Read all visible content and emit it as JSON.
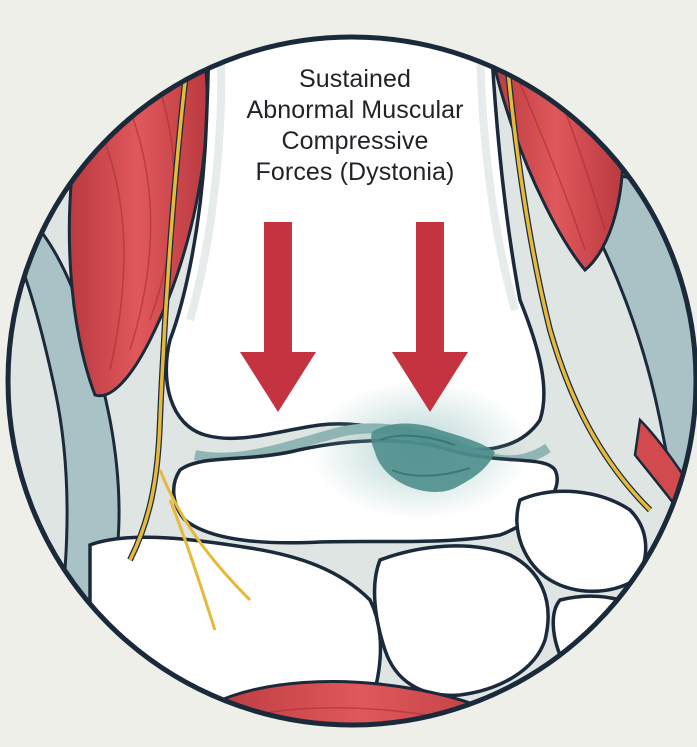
{
  "diagram": {
    "label_lines": [
      "Sustained",
      "Abnormal Muscular",
      "Compressive",
      "Forces (Dystonia)"
    ],
    "colors": {
      "background": "#efefea",
      "outline": "#1b2a3a",
      "bone": "#ffffff",
      "muscle": "#d24a4e",
      "tendon": "#a9c2c5",
      "nerve": "#e7b93a",
      "arrow": "#c53340",
      "lesion": "#4c8e8c"
    },
    "elements": {
      "arrows": 2,
      "arrow_direction": "down"
    }
  }
}
